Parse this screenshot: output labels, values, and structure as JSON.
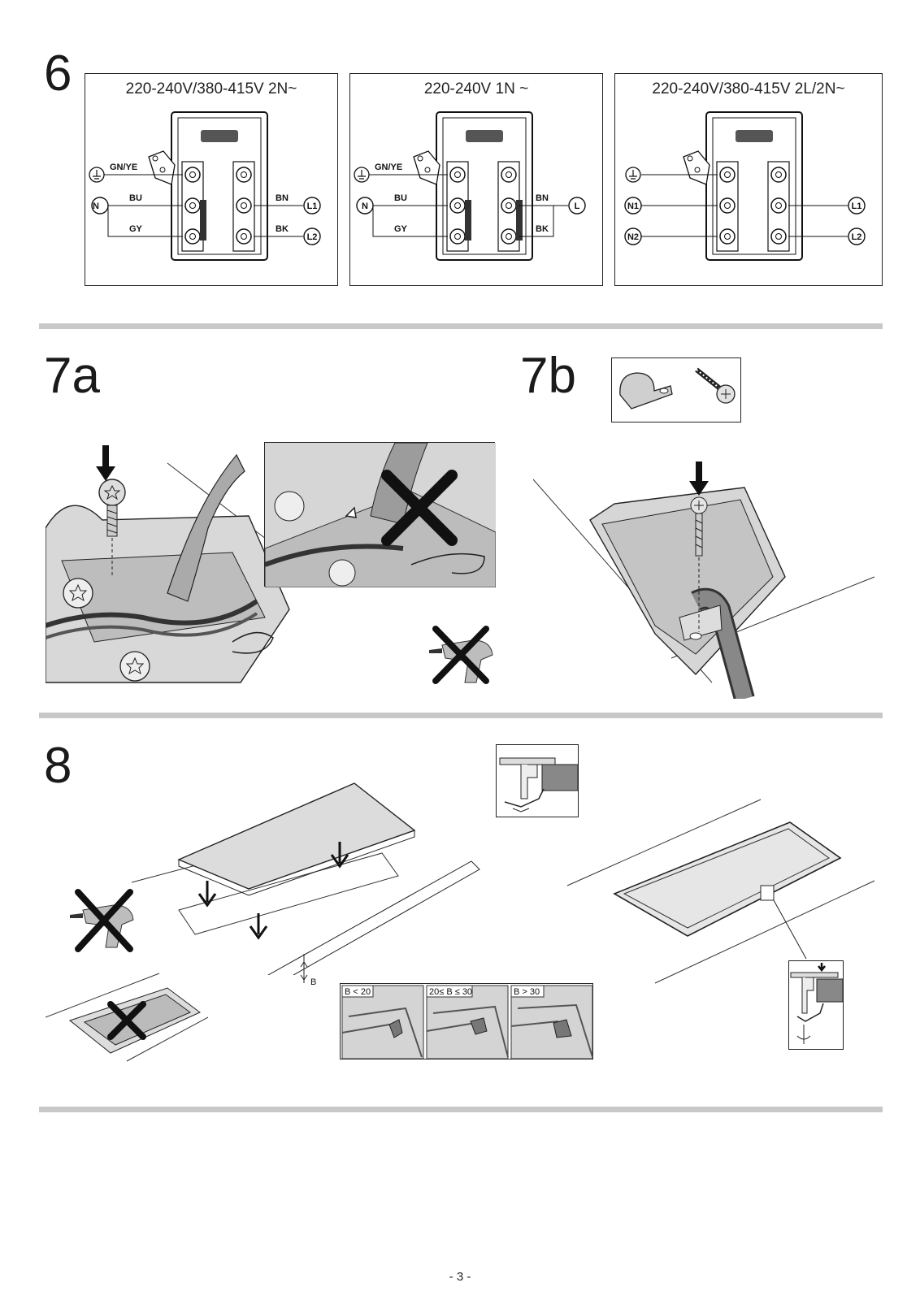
{
  "sections": {
    "step6": {
      "number": "6"
    },
    "step7a": {
      "number": "7a"
    },
    "step7b": {
      "number": "7b"
    },
    "step8": {
      "number": "8"
    }
  },
  "wiring_panels": [
    {
      "title": "220-240V/380-415V 2N~",
      "left_labels": {
        "ground": "GN/YE",
        "blue": "BU",
        "grey": "GY"
      },
      "right_labels": {
        "brown": "BN",
        "black": "BK"
      },
      "left_terminals": {
        "top": "N",
        "bottom": ""
      },
      "right_terminals": {
        "top": "L1",
        "bottom": "L2"
      }
    },
    {
      "title": "220-240V 1N ~",
      "left_labels": {
        "ground": "GN/YE",
        "blue": "BU",
        "grey": "GY"
      },
      "right_labels": {
        "brown": "BN",
        "black": "BK"
      },
      "left_terminals": {
        "top": "N",
        "bottom": ""
      },
      "right_terminals": {
        "top": "L",
        "bottom": ""
      }
    },
    {
      "title": "220-240V/380-415V 2L/2N~",
      "left_labels": {
        "ground": "",
        "blue": "",
        "grey": ""
      },
      "right_labels": {
        "brown": "",
        "black": ""
      },
      "left_terminals": {
        "top": "N1",
        "bottom": "N2"
      },
      "right_terminals": {
        "top": "L1",
        "bottom": "L2"
      }
    }
  ],
  "step8": {
    "gap_label": "B",
    "clip_options": [
      "B < 20",
      "20≤ B ≤ 30",
      "B > 30"
    ]
  },
  "page_number": "- 3 -"
}
